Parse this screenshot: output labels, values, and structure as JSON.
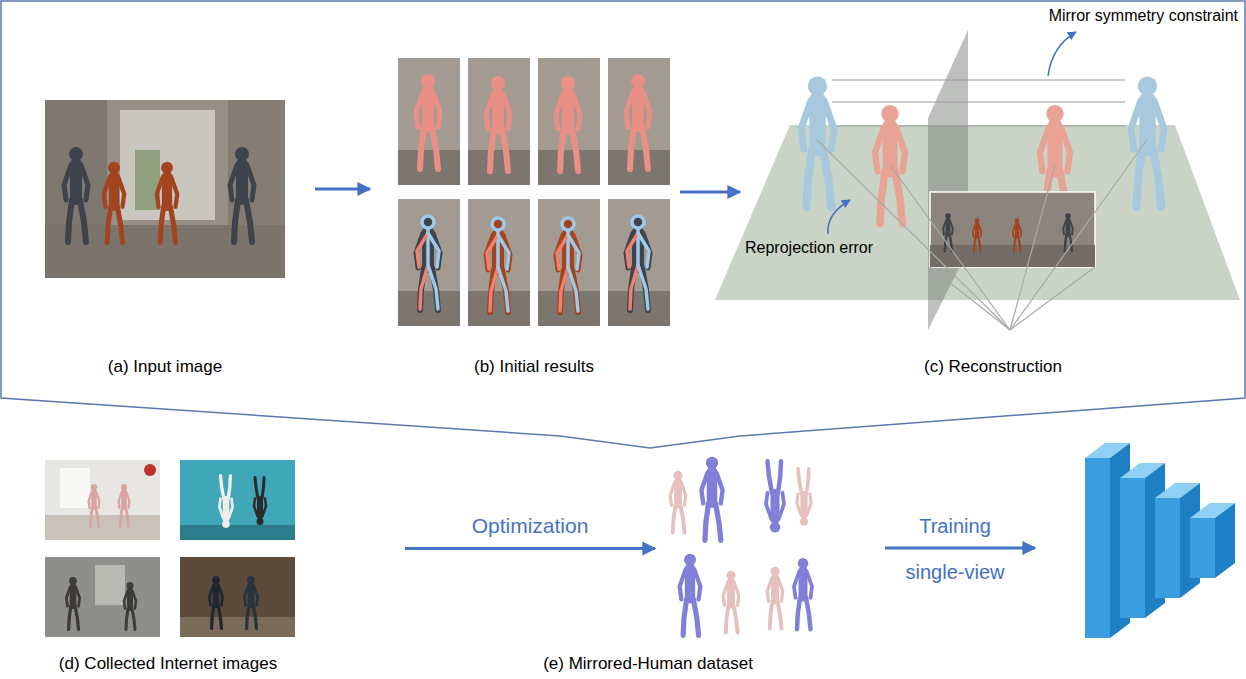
{
  "diagram": {
    "nodes": [
      {
        "text": [
          "(a) Input image"
        ]
      },
      {
        "text": [
          "(b) Initial results"
        ]
      },
      {
        "text": [
          "(c) Reconstruction"
        ]
      },
      {
        "text": [
          "(d) Collected Internet images"
        ]
      },
      {
        "text": [
          "(e) Mirrored-Human dataset"
        ]
      }
    ],
    "edges": [
      {
        "from": 0,
        "to": 1,
        "arrow": "to"
      },
      {
        "from": 1,
        "to": 2,
        "arrow": "to"
      },
      {
        "from": 3,
        "to": 4,
        "label": "Optimization",
        "arrow": "to"
      }
    ],
    "labels": [
      "Mirror symmetry constraint",
      "Reprojection error",
      "Training",
      "single-view"
    ]
  }
}
